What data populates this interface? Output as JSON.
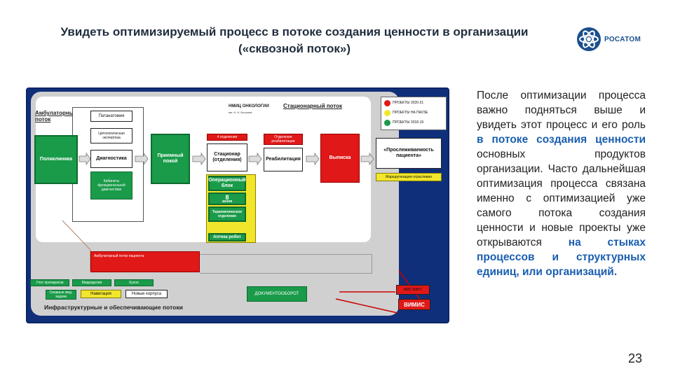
{
  "header": {
    "title": "Увидеть оптимизируемый процесс в потоке создания ценности в организации («сквозной поток»)",
    "brand": "РОСАТОМ"
  },
  "side_text": {
    "p1": "После оптимизации процесса важно подняться выше и увидеть этот процесс и его роль",
    "h1": "в потоке создания ценности",
    "p2": "основных продуктов организации. Часто дальнейшая оптимизация процесса связана именно с оптимизацией уже самого потока создания ценности и новые проекты уже открываются",
    "h2": "на стыках процессов и структурных единиц, или организаций."
  },
  "page_number": "23",
  "diagram": {
    "ambulatory_label": "Амбулаторный поток",
    "stationary_label": "Стационарный поток",
    "org_name": "НМИЦ ОНКОЛОГИИ",
    "org_sub": "им. Н. Н. Блохина",
    "boxes": {
      "poliklinika": "Поликлиника",
      "patanatomia": "Патанатомия",
      "cito": "Цитологическая экспертиза",
      "diagnostika": "Диагностика",
      "func_diag": "Кабинеты функциональной диагностики",
      "priemny": "Приемный покой",
      "otdeleniya_top": "4 отделения",
      "stacionar": "Стационар (отделения)",
      "operblock": "Операционный блок",
      "eight": "8",
      "eight_sub": "залов",
      "terapevt": "Терапевтическое отделение",
      "apteka": "Аптека робот",
      "reab_top": "Отделение реабилитации",
      "reab": "Реабилитация",
      "vypiska": "Выписка",
      "proslezh": "«Прослеживаемость пациента»",
      "marshrut": "Маршрутизация отраслевая",
      "amb_projects": "Амбулаторный поток пациента",
      "uchet": "Учет препаратов",
      "medizd": "Медизделия",
      "shuzhba": "Кухня",
      "svodnye": "Сводные мед. задачи",
      "navigacia": "Навигация",
      "novye": "Новые корпуса",
      "docoborot": "ДОКУМЕНТООБОРОТ",
      "misbaro": "МИС БАРС",
      "vimis": "ВИМИС"
    },
    "infra_label": "Инфраструктурные и обеспечивающие потоки",
    "traffic_light": [
      {
        "color": "#e01818",
        "text": "ПРОЕКТЫ 2020-21"
      },
      {
        "color": "#f1e62b",
        "text": "ПРОЕКТЫ НА ПАУЗЕ"
      },
      {
        "color": "#1a9b4a",
        "text": "ПРОЕКТЫ 2018-19"
      }
    ]
  }
}
